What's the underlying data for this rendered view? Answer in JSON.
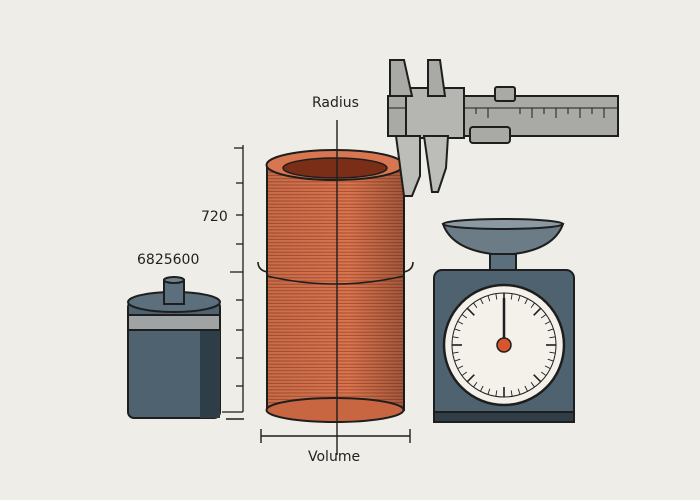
{
  "labels": {
    "radius": "Radius",
    "height_value": "720",
    "small_value": "6825600",
    "volume": "Volume"
  },
  "colors": {
    "background": "#efede7",
    "copper": "#d77650",
    "copper_dark": "#a9482c",
    "slate": "#4e6270",
    "slate_dark": "#2f3d47",
    "steel": "#a9a9a6",
    "outline": "#1e1e1e",
    "needle": "#d9552c"
  },
  "icons": [
    "caliper-icon",
    "kitchen-scale-icon",
    "copper-cylinder-icon",
    "small-cylinder-icon",
    "ruler-icon"
  ]
}
